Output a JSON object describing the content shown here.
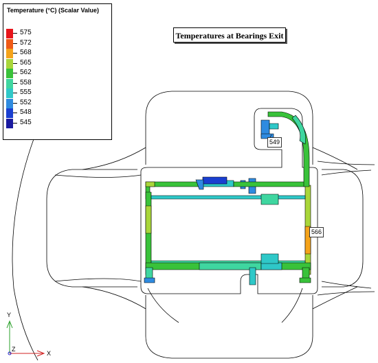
{
  "legend": {
    "title": "Temperature (°C) (Scalar Value)",
    "entries": [
      {
        "value": "575",
        "color": "#e8141a"
      },
      {
        "value": "572",
        "color": "#f05a16"
      },
      {
        "value": "568",
        "color": "#f5a31a"
      },
      {
        "value": "565",
        "color": "#a9d63a"
      },
      {
        "value": "562",
        "color": "#39c23a"
      },
      {
        "value": "558",
        "color": "#3fd6a0"
      },
      {
        "value": "555",
        "color": "#2fc8c8"
      },
      {
        "value": "552",
        "color": "#2f8be0"
      },
      {
        "value": "548",
        "color": "#1a3fd0"
      },
      {
        "value": "545",
        "color": "#1a1aa0"
      }
    ]
  },
  "title": "Temperatures at Bearings Exit",
  "callouts": {
    "upper": "549",
    "right": "566"
  },
  "axes": {
    "y": "Y",
    "x": "X",
    "z": "Z"
  }
}
